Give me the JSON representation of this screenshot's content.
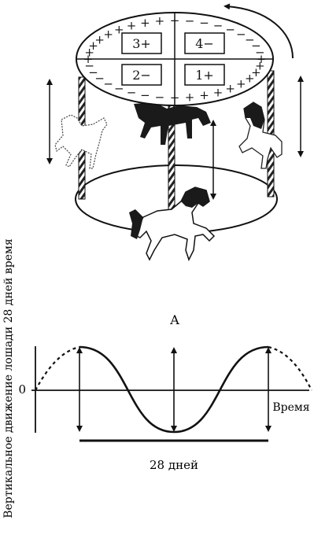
{
  "carousel": {
    "sectors": [
      {
        "id": "3",
        "label": "3+"
      },
      {
        "id": "4",
        "label": "4−"
      },
      {
        "id": "2",
        "label": "2−"
      },
      {
        "id": "1",
        "label": "1+"
      }
    ],
    "plus_sign": "+",
    "minus_sign": "−"
  },
  "graph": {
    "marker": "A",
    "zero_label": "0",
    "time_label": "Время",
    "period_label": "28 дней",
    "y_axis_label": "Вертикальное движение лошади 28 дней время"
  }
}
